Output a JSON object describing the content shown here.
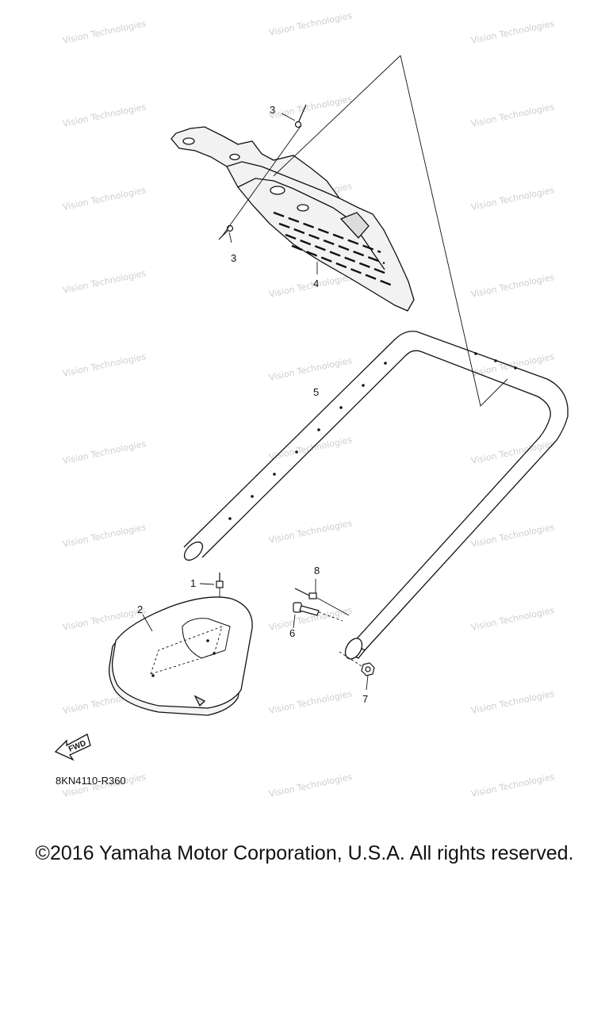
{
  "callouts": {
    "c1": "1",
    "c2": "2",
    "c3a": "3",
    "c3b": "3",
    "c4": "4",
    "c5": "5",
    "c6": "6",
    "c7": "7",
    "c8": "8"
  },
  "fwd_label": "FWD",
  "part_code": "8KN4110-R360",
  "copyright": "©2016 Yamaha Motor Corporation, U.S.A. All rights reserved.",
  "watermark": "Vision Technologies"
}
